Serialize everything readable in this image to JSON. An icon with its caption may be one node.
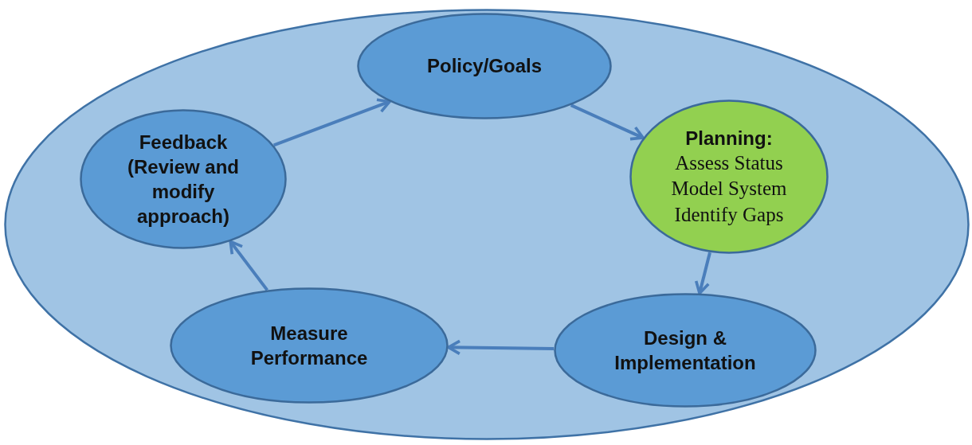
{
  "diagram": {
    "nodes": [
      {
        "text": [],
        "shape": "ellipse"
      },
      {
        "text": [
          "Policy/Goals"
        ],
        "in": 0
      },
      {
        "text": [
          "Planning:",
          "Assess Status Model System Identify Gaps"
        ],
        "in": 0
      },
      {
        "text": [
          "Design & Implementation"
        ],
        "in": 0
      },
      {
        "text": [
          "Measure Performance"
        ],
        "in": 0
      },
      {
        "text": [
          "Feedback (Review and modify approach)"
        ],
        "in": 0
      }
    ],
    "edges": [
      {
        "from": 5,
        "to": 1,
        "arrow": "to"
      },
      {
        "from": 1,
        "to": 2,
        "arrow": "to"
      },
      {
        "from": 2,
        "to": 3,
        "arrow": "to"
      },
      {
        "from": 3,
        "to": 4,
        "arrow": "to"
      },
      {
        "from": 4,
        "to": 5,
        "arrow": "to"
      }
    ]
  }
}
